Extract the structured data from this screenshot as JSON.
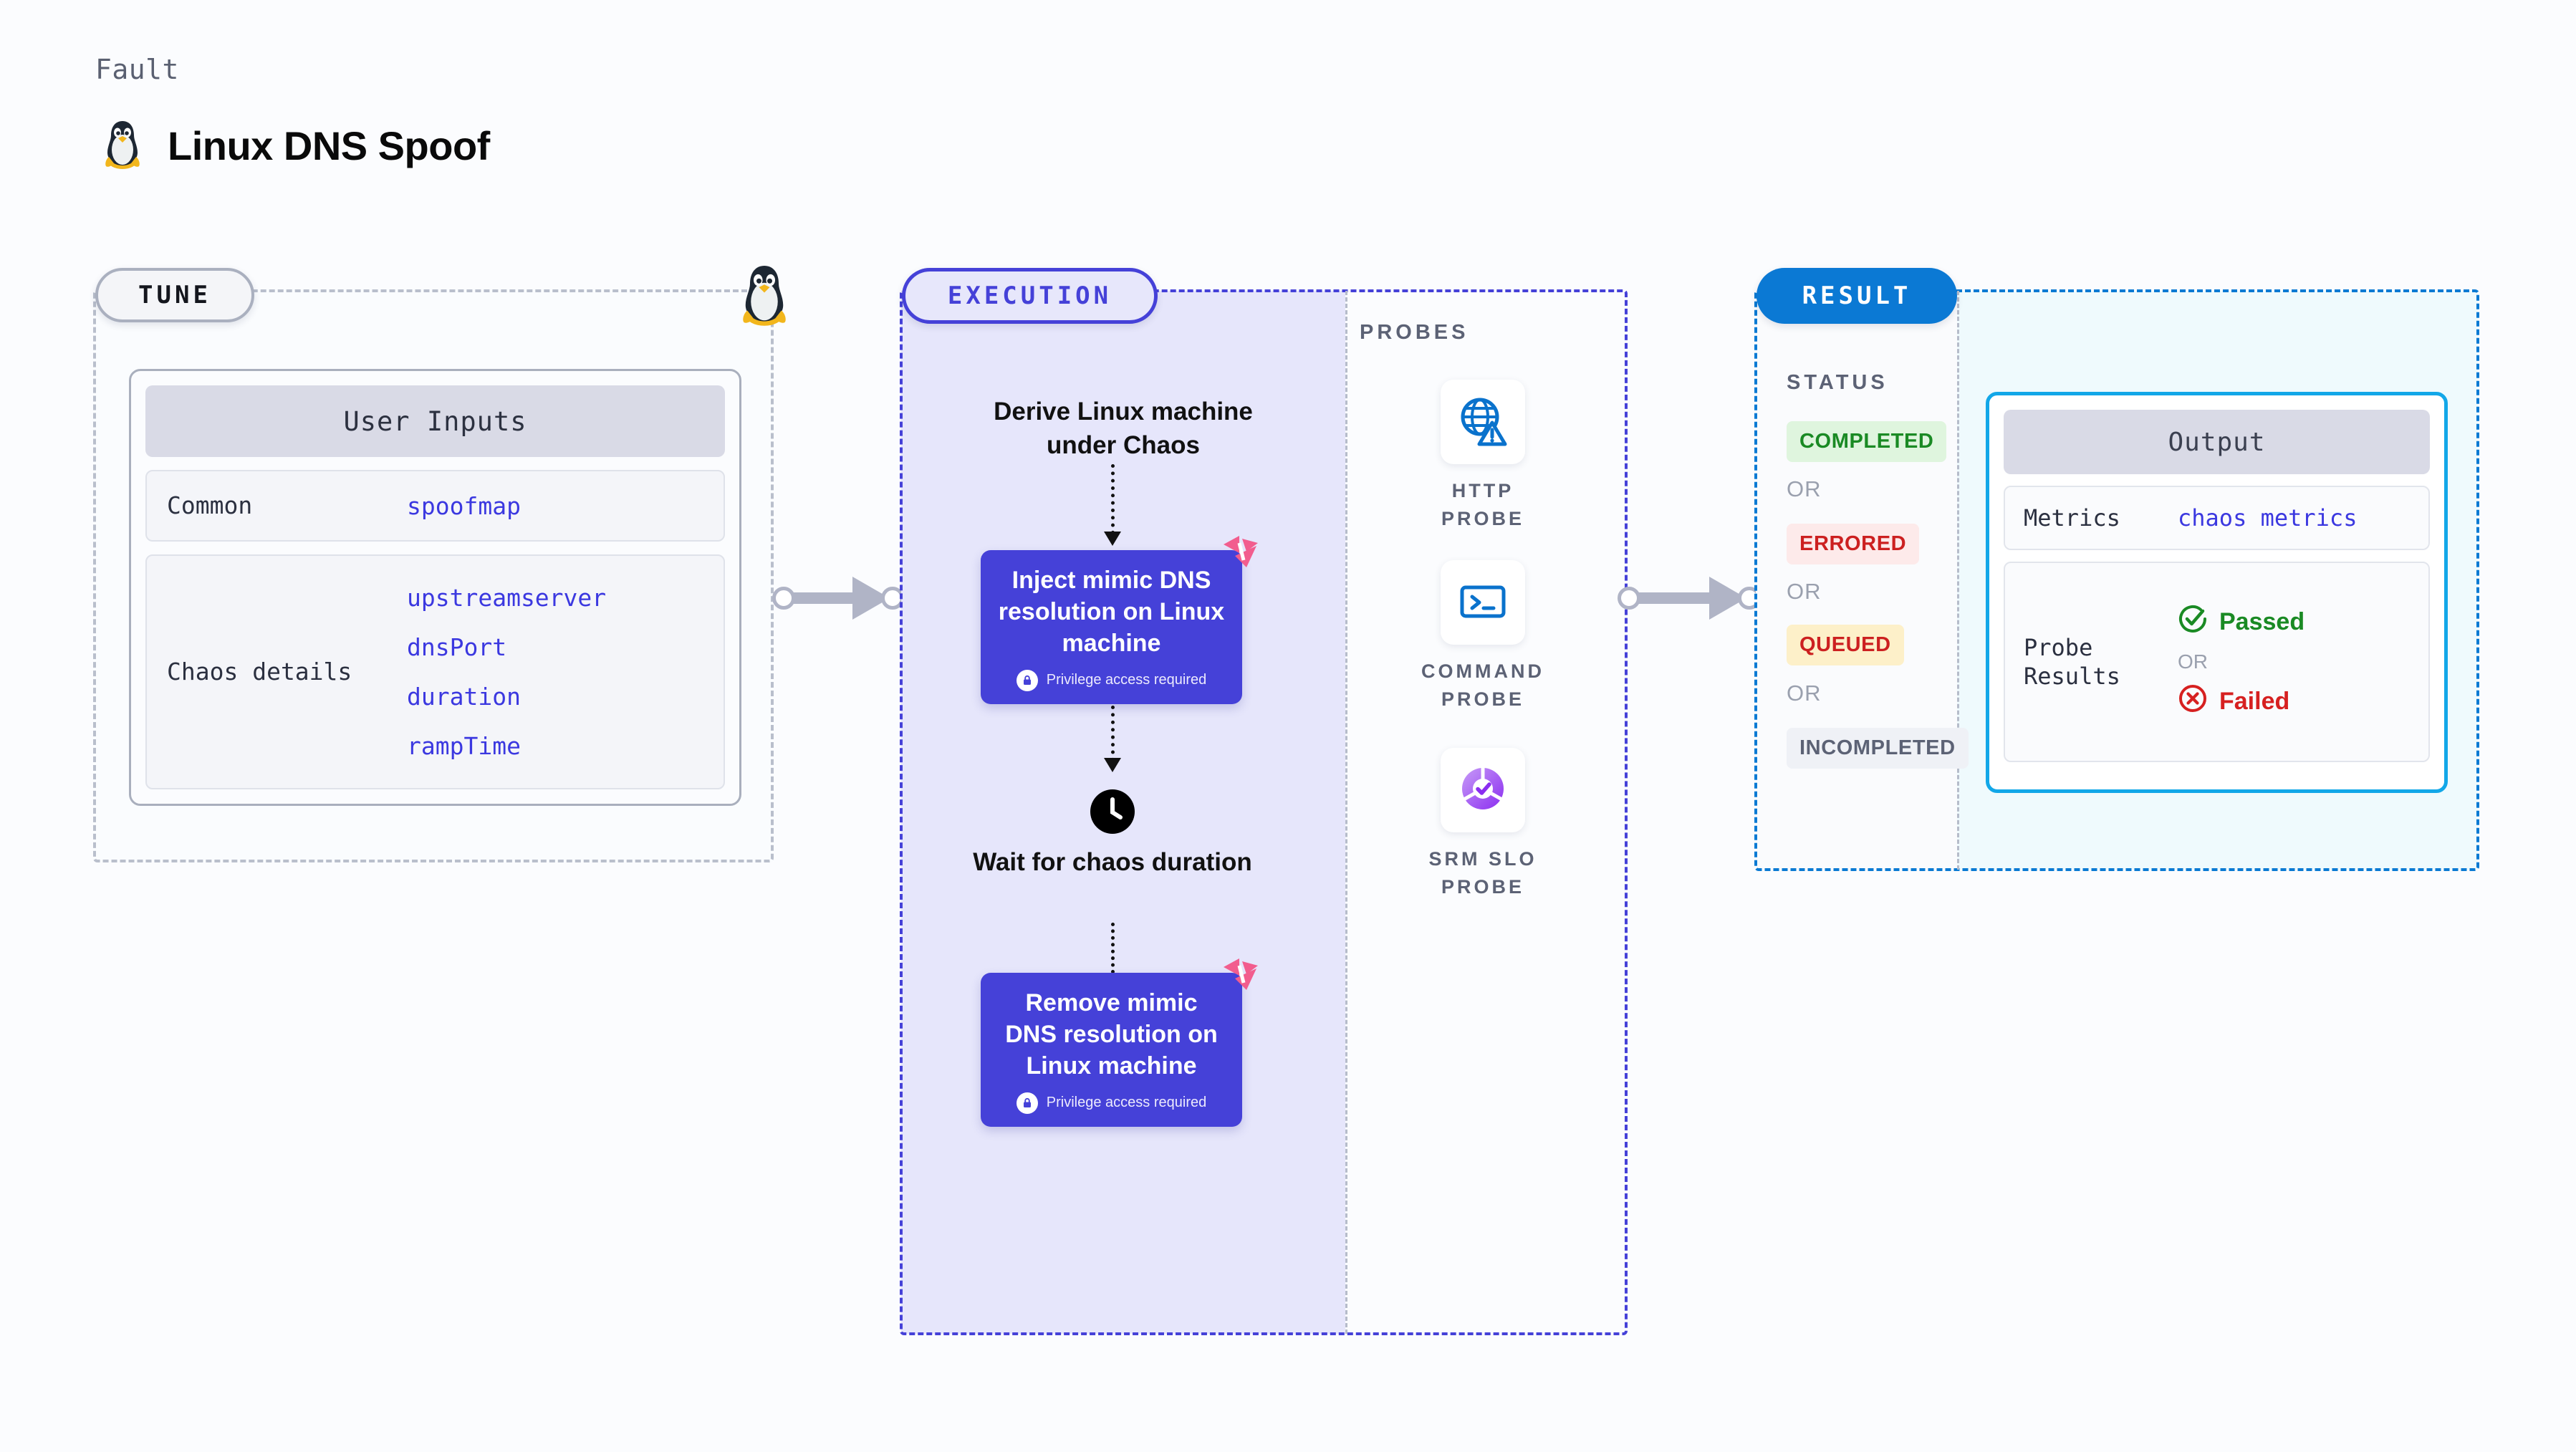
{
  "header": {
    "kicker": "Fault",
    "title": "Linux DNS Spoof",
    "icon": "tux-penguin-icon"
  },
  "tune": {
    "pill_label": "TUNE",
    "card_title": "User Inputs",
    "rows": [
      {
        "key": "Common",
        "values": [
          "spoofmap"
        ]
      },
      {
        "key": "Chaos details",
        "values": [
          "upstreamserver",
          "dnsPort",
          "duration",
          "rampTime"
        ]
      }
    ]
  },
  "execution": {
    "pill_label": "EXECUTION",
    "steps": [
      {
        "type": "label",
        "text": "Derive Linux machine under Chaos"
      },
      {
        "type": "action",
        "text": "Inject mimic DNS resolution on Linux machine",
        "privilege": "Privilege access required"
      },
      {
        "type": "wait",
        "text": "Wait for chaos duration",
        "icon": "clock-icon"
      },
      {
        "type": "action",
        "text": "Remove mimic DNS resolution on Linux machine",
        "privilege": "Privilege access required"
      }
    ]
  },
  "probes": {
    "section_label": "PROBES",
    "items": [
      {
        "label": "HTTP PROBE",
        "icon": "globe-warning-icon"
      },
      {
        "label": "COMMAND PROBE",
        "icon": "terminal-icon"
      },
      {
        "label": "SRM SLO PROBE",
        "icon": "slo-donut-check-icon"
      }
    ]
  },
  "result": {
    "pill_label": "RESULT",
    "status_title": "STATUS",
    "or_label": "OR",
    "statuses": [
      {
        "label": "COMPLETED",
        "fg": "#1a8a24",
        "bg": "#dff5de"
      },
      {
        "label": "ERRORED",
        "fg": "#cc2020",
        "bg": "#fdeaea"
      },
      {
        "label": "QUEUED",
        "fg": "#cc2020",
        "bg": "#fdf0c9"
      },
      {
        "label": "INCOMPLETED",
        "fg": "#5c6275",
        "bg": "#eff1f6"
      }
    ],
    "output": {
      "title": "Output",
      "metrics_key": "Metrics",
      "metrics_value": "chaos metrics",
      "probe_key": "Probe Results",
      "passed_label": "Passed",
      "failed_label": "Failed",
      "or_label": "OR"
    }
  },
  "colors": {
    "indigo": "#4541d8",
    "blue": "#0b79d4",
    "cyan": "#12a7e8",
    "green": "#1a8a24",
    "red": "#d62020",
    "pink": "#f25d8e",
    "gray_border": "#b9bfcc"
  }
}
